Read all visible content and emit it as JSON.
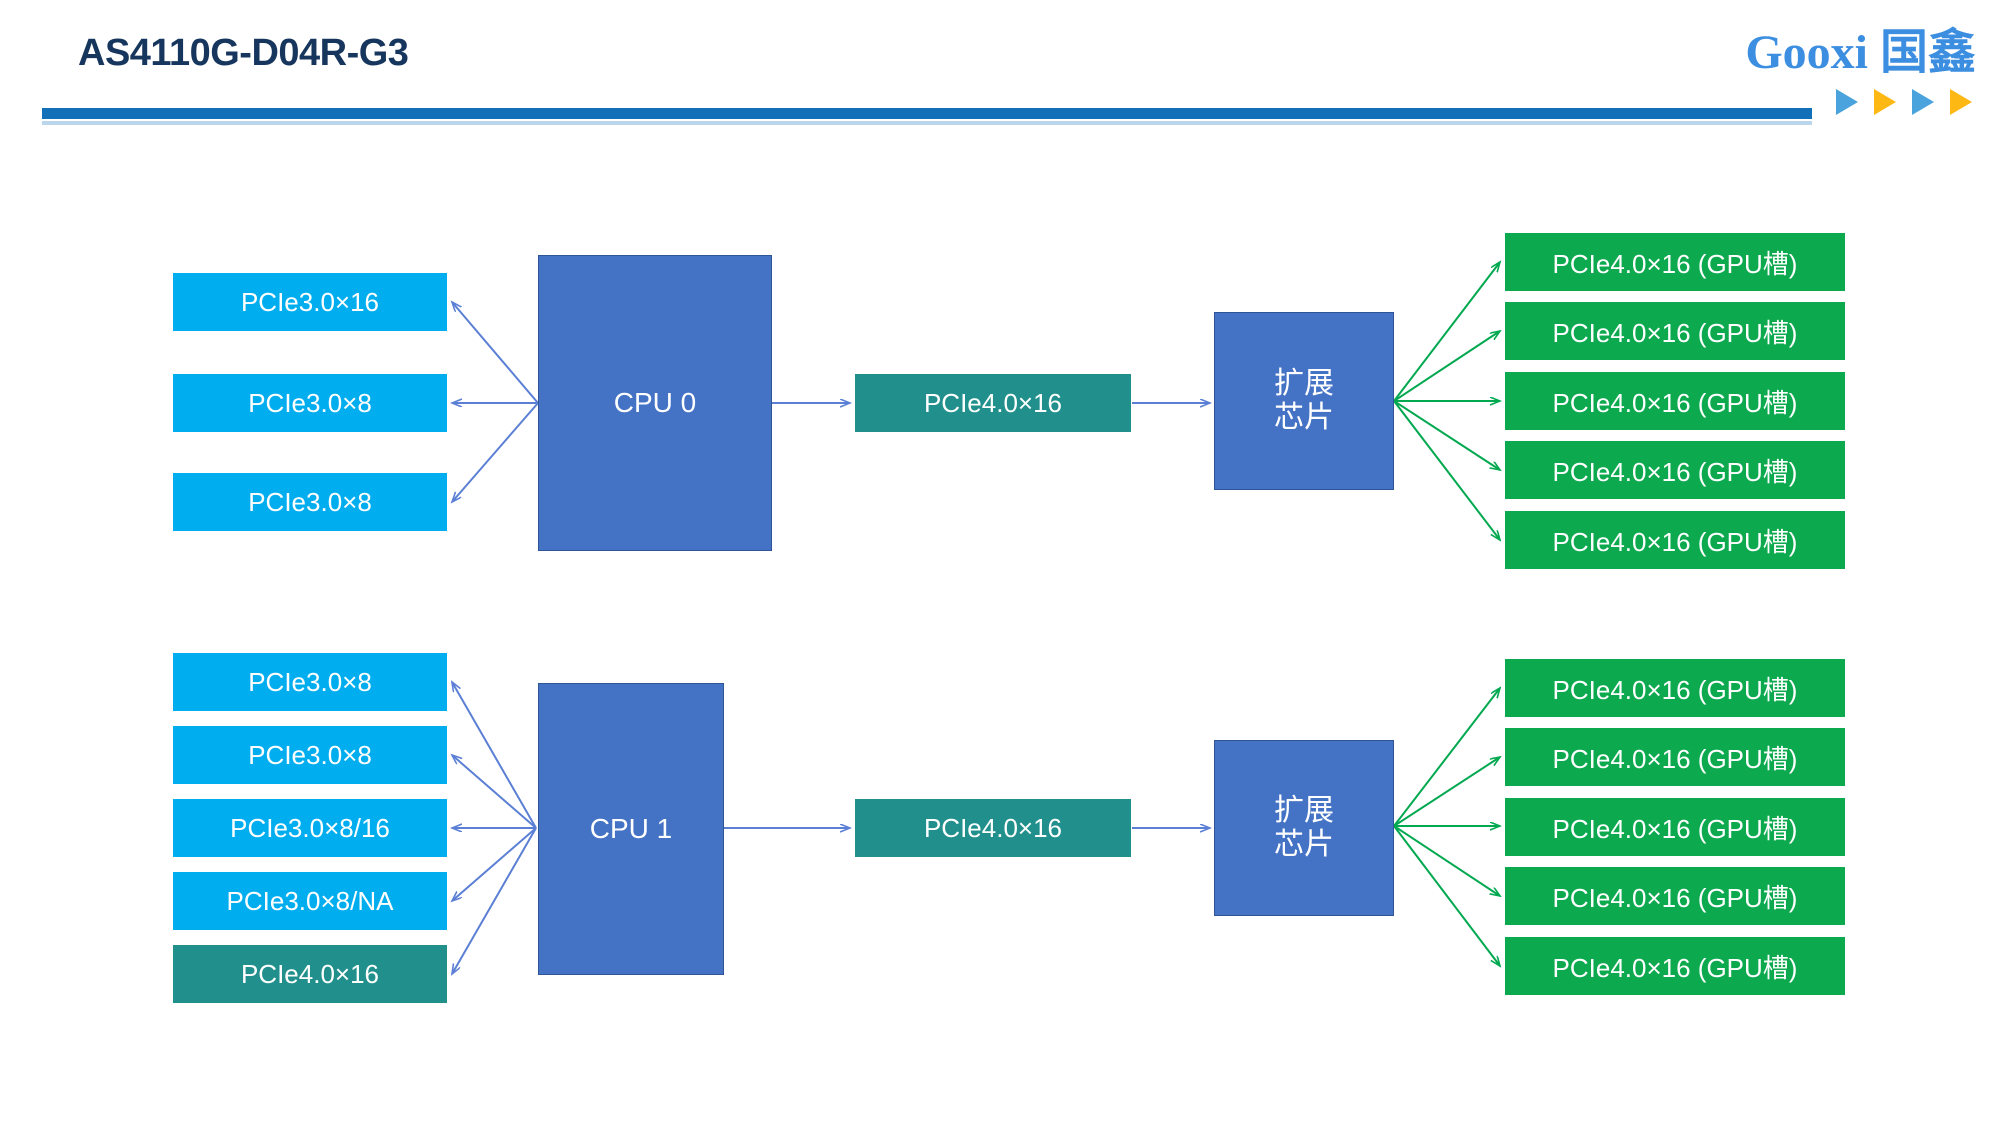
{
  "header": {
    "title": "AS4110G-D04R-G3",
    "logo": {
      "brand": "Gooxi",
      "brand_cn": "国鑫"
    },
    "accent_colors": {
      "title": "#17365D",
      "bar": "#1270B8",
      "bar_light": "#BBD6EA",
      "logo_blue": "#3C8EE0",
      "triangle_blue": "#4AA3DC",
      "triangle_orange": "#FDB813"
    }
  },
  "diagram": {
    "colors": {
      "lightblue_slot": "#00ADEF",
      "teal_link": "#21908C",
      "green_gpu": "#0CA94E",
      "cpu_block": "#4472C4",
      "blue_arrow": "#5B7FD4",
      "green_arrow": "#00A84F"
    },
    "groups": [
      {
        "cpu_label": "CPU 0",
        "left_slots": [
          {
            "label": "PCIe3.0×16",
            "style": "lightblue"
          },
          {
            "label": "PCIe3.0×8",
            "style": "lightblue"
          },
          {
            "label": "PCIe3.0×8",
            "style": "lightblue"
          }
        ],
        "uplink": {
          "label": "PCIe4.0×16",
          "style": "teal"
        },
        "switch": {
          "line1": "扩展",
          "line2": "芯片"
        },
        "gpu_slots": [
          {
            "label": "PCIe4.0×16 (GPU槽)"
          },
          {
            "label": "PCIe4.0×16 (GPU槽)"
          },
          {
            "label": "PCIe4.0×16 (GPU槽)"
          },
          {
            "label": "PCIe4.0×16 (GPU槽)"
          },
          {
            "label": "PCIe4.0×16 (GPU槽)"
          }
        ]
      },
      {
        "cpu_label": "CPU 1",
        "left_slots": [
          {
            "label": "PCIe3.0×8",
            "style": "lightblue"
          },
          {
            "label": "PCIe3.0×8",
            "style": "lightblue"
          },
          {
            "label": "PCIe3.0×8/16",
            "style": "lightblue"
          },
          {
            "label": "PCIe3.0×8/NA",
            "style": "lightblue"
          },
          {
            "label": "PCIe4.0×16",
            "style": "teal"
          }
        ],
        "uplink": {
          "label": "PCIe4.0×16",
          "style": "teal"
        },
        "switch": {
          "line1": "扩展",
          "line2": "芯片"
        },
        "gpu_slots": [
          {
            "label": "PCIe4.0×16 (GPU槽)"
          },
          {
            "label": "PCIe4.0×16 (GPU槽)"
          },
          {
            "label": "PCIe4.0×16 (GPU槽)"
          },
          {
            "label": "PCIe4.0×16 (GPU槽)"
          },
          {
            "label": "PCIe4.0×16 (GPU槽)"
          }
        ]
      }
    ]
  }
}
